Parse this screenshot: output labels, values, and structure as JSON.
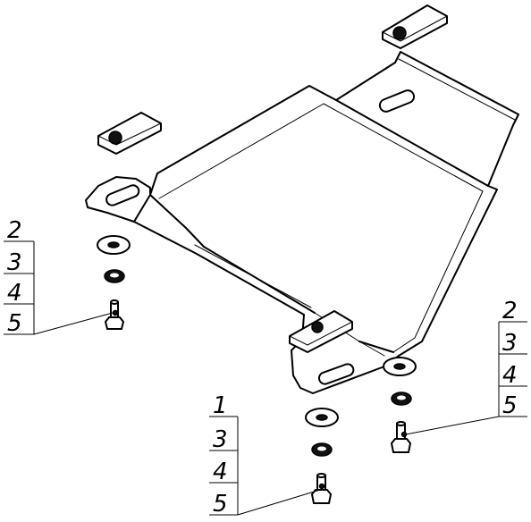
{
  "callouts": {
    "left": {
      "items": [
        "2",
        "3",
        "4",
        "5"
      ]
    },
    "bottom_center": {
      "items": [
        "1",
        "3",
        "4",
        "5"
      ]
    },
    "bottom_right": {
      "items": [
        "2",
        "3",
        "4",
        "5"
      ]
    }
  }
}
